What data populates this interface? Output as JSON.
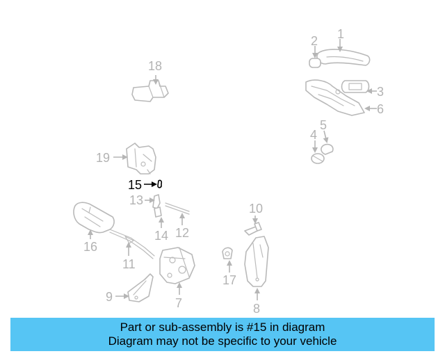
{
  "callouts": {
    "c1": "1",
    "c2": "2",
    "c3": "3",
    "c4": "4",
    "c5": "5",
    "c6": "6",
    "c7": "7",
    "c8": "8",
    "c9": "9",
    "c10": "10",
    "c11": "11",
    "c12": "12",
    "c13": "13",
    "c14": "14",
    "c15": "15",
    "c16": "16",
    "c17": "17",
    "c18": "18",
    "c19": "19"
  },
  "highlighted_part": "15",
  "colors": {
    "banner": "#56c5f4",
    "line_art": "#b9b9b9",
    "highlight": "#000000"
  },
  "footer": {
    "line1": "Part or sub-assembly is #15 in diagram",
    "line2": "Diagram may not be specific to your vehicle"
  }
}
